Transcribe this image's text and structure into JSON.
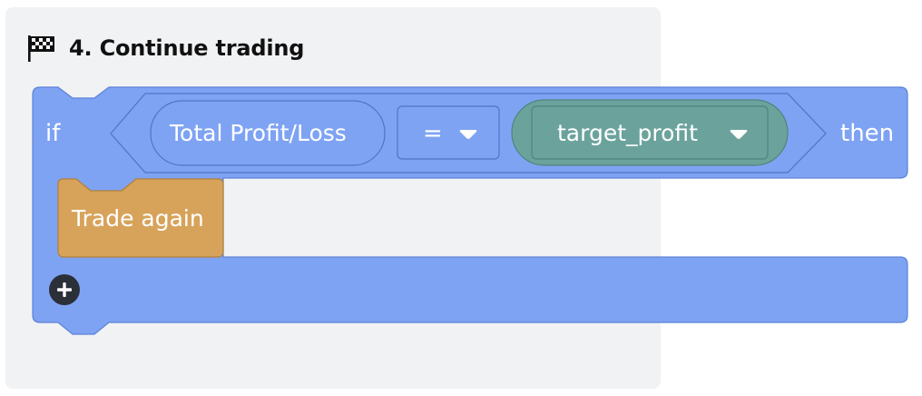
{
  "header": {
    "title": "4. Continue trading",
    "icon": "checkered-flag-icon"
  },
  "if_block": {
    "if_label": "if",
    "then_label": "then",
    "condition": {
      "left_operand": "Total Profit/Loss",
      "operator": "=",
      "right_operand": "target_profit"
    },
    "colors": {
      "block": "#7fa3f3",
      "block_border": "#5b82d8",
      "variable": "#6ba39c",
      "variable_border": "#4e857e"
    }
  },
  "statement_block": {
    "label": "Trade again",
    "color": "#d7a35a"
  },
  "add_button": {
    "icon": "plus-icon"
  }
}
